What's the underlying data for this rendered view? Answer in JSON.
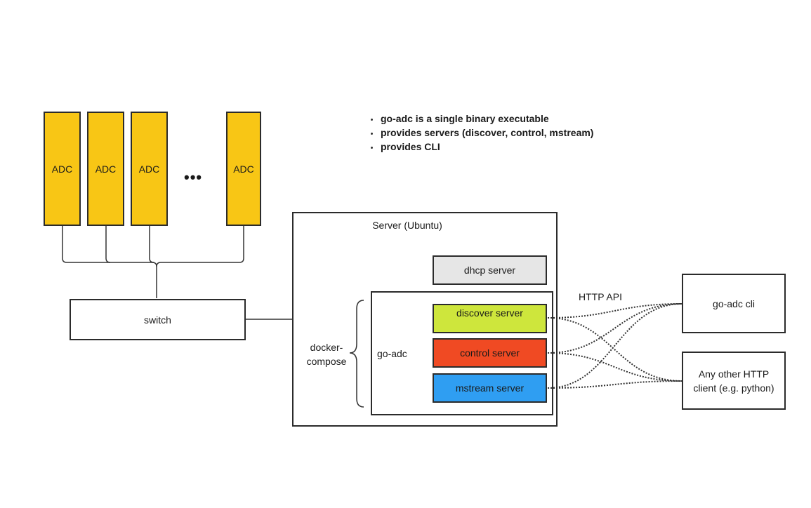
{
  "notes": [
    "go-adc is a single binary executable",
    "provides servers (discover, control, mstream)",
    "provides CLI"
  ],
  "adcs": [
    "ADC",
    "ADC",
    "ADC",
    "ADC"
  ],
  "ellipsis": "•••",
  "switch_label": "switch",
  "server_label": "Server (Ubuntu)",
  "dhcp_label": "dhcp server",
  "docker_compose_label": "docker-\ncompose",
  "go_adc_label": "go-adc",
  "discover_label": "discover server",
  "control_label": "control server",
  "mstream_label": "mstream server",
  "http_api_label": "HTTP API",
  "cli_label": "go-adc cli",
  "other_client_label": "Any other HTTP client (e.g. python)",
  "colors": {
    "adc": "#f8c615",
    "dhcp": "#e6e6e6",
    "discover": "#cee63c",
    "control": "#f04a23",
    "mstream": "#2f9ef2"
  }
}
